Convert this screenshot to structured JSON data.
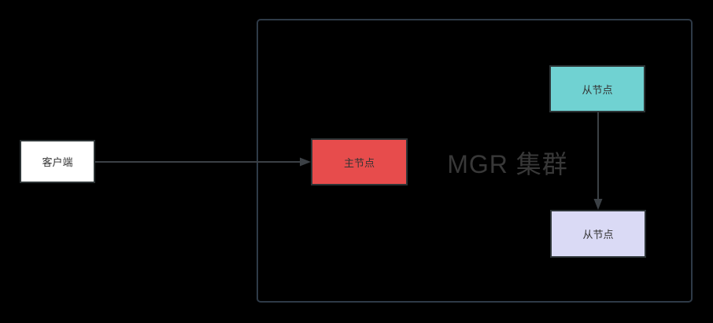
{
  "diagram": {
    "cluster": {
      "title": "MGR 集群"
    },
    "nodes": {
      "client": {
        "label": "客户端"
      },
      "master": {
        "label": "主节点"
      },
      "replica_top": {
        "label": "从节点"
      },
      "replica_bottom": {
        "label": "从节点"
      }
    },
    "edges": [
      {
        "from": "client",
        "to": "master",
        "direction": "right"
      },
      {
        "from": "replica_top",
        "to": "replica_bottom",
        "direction": "down"
      }
    ]
  },
  "colors": {
    "background": "#000000",
    "container_border": "#2e3a47",
    "node_border": "#2d3436",
    "node_text": "#333333",
    "title_text": "#383838",
    "arrow": "#3b4045",
    "client_fill": "#ffffff",
    "master_fill": "#e74c4c",
    "replica_top_fill": "#70d2d2",
    "replica_bottom_fill": "#dadaf5"
  }
}
